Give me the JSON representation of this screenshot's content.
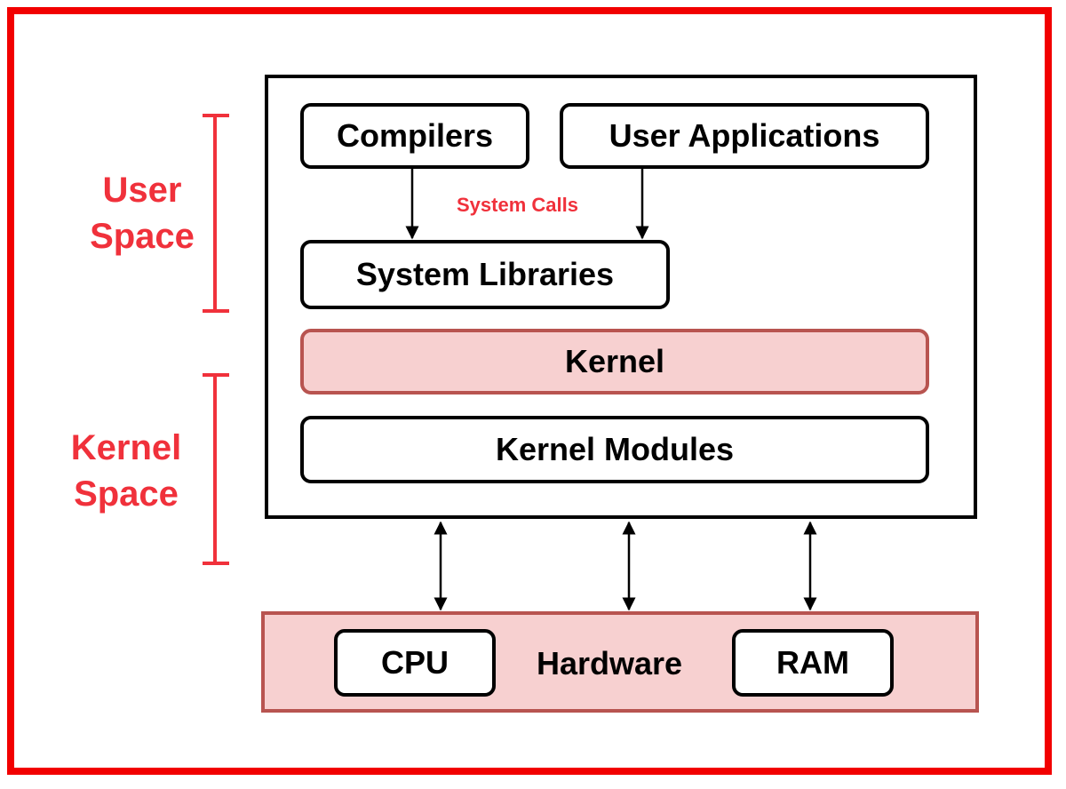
{
  "labels": {
    "user_space_line1": "User",
    "user_space_line2": "Space",
    "kernel_space_line1": "Kernel",
    "kernel_space_line2": "Space",
    "system_calls": "System Calls"
  },
  "boxes": {
    "compilers": "Compilers",
    "user_applications": "User Applications",
    "system_libraries": "System Libraries",
    "kernel": "Kernel",
    "kernel_modules": "Kernel Modules",
    "hardware": "Hardware",
    "cpu": "CPU",
    "ram": "RAM"
  },
  "colors": {
    "accent_red": "#f0313b",
    "frame_red": "#f20000",
    "pink_fill": "#f7d0d0",
    "pink_border": "#b85450"
  }
}
